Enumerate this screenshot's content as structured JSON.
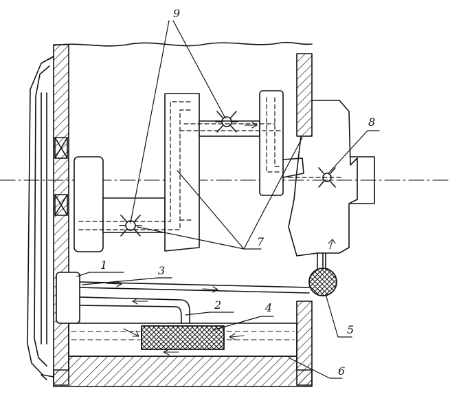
{
  "labels": {
    "l1": "1",
    "l2": "2",
    "l3": "3",
    "l4": "4",
    "l5": "5",
    "l6": "6",
    "l7": "7",
    "l8": "8",
    "l9": "9"
  },
  "colors": {
    "ink": "#111111",
    "background": "#ffffff"
  }
}
